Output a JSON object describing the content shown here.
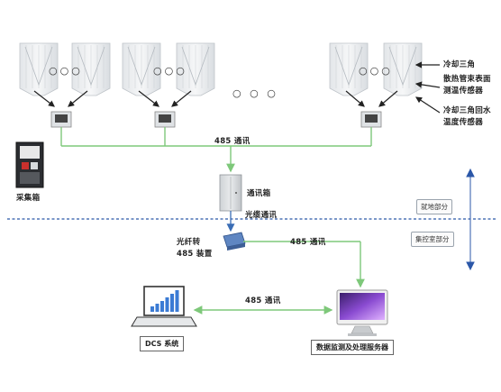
{
  "labels": {
    "cooling_delta": "冷却三角",
    "finned_tube_sensor": "散热管束表面\n测温传感器",
    "return_water_sensor": "冷却三角回水\n温度传感器",
    "comm_485_top": "485 通讯",
    "collection_box": "采集箱",
    "comm_box": "通讯箱",
    "fiber_comm": "光缆通讯",
    "fiber_converter": "光纤转\n485 装置",
    "comm_485_mid": "485 通讯",
    "comm_485_bottom": "485 通讯",
    "dcs_system": "DCS 系统",
    "data_server": "数据监测及处理服务器",
    "zone_local": "就地部分",
    "zone_control": "集控室部分",
    "ellipsis_1": "○○○",
    "ellipsis_2": "○○○",
    "ellipsis_3": "○ ○ ○",
    "ellipsis_4": "○○○"
  },
  "colors": {
    "bus_green": "#7ec87a",
    "divider_blue": "#2b57a8",
    "panel_fill": "#eceef0",
    "panel_edge": "#bfc4c9",
    "arrow_dark": "#222222",
    "fiber_arrow": "#3a6db5"
  },
  "icons": [
    "cooling-tower-icon",
    "sensor-box-icon",
    "collection-cabinet-icon",
    "comm-cabinet-icon",
    "fiber-converter-icon",
    "laptop-icon",
    "desktop-monitor-icon"
  ]
}
